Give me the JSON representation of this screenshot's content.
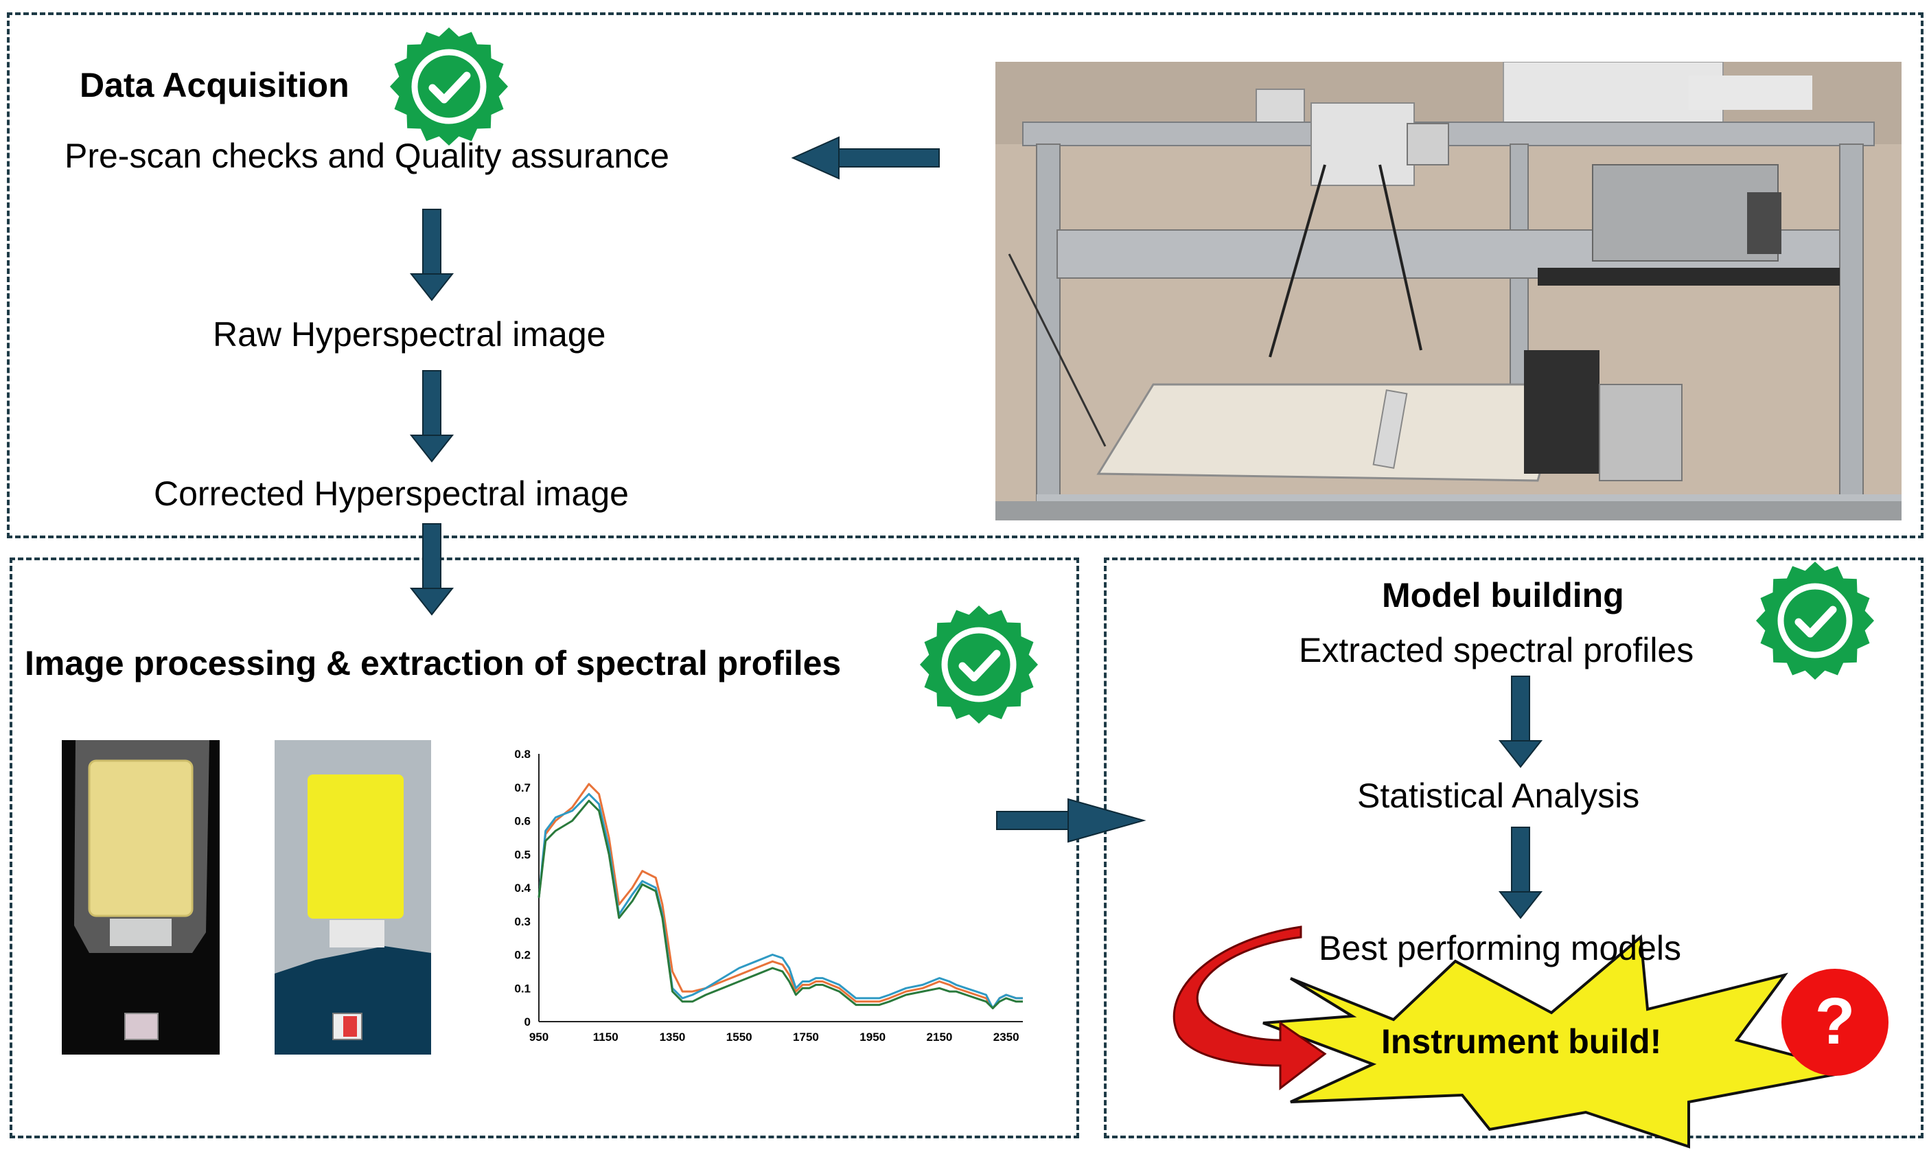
{
  "acquisition": {
    "title": "Data Acquisition",
    "step1": "Pre-scan checks and Quality assurance",
    "step2": "Raw Hyperspectral image",
    "step3": "Corrected Hyperspectral image"
  },
  "processing": {
    "title": "Image processing & extraction of spectral profiles"
  },
  "modeling": {
    "title": "Model building",
    "step1": "Extracted spectral profiles",
    "step2": "Statistical Analysis",
    "step3": "Best performing models",
    "burst": "Instrument build!",
    "question": "?"
  },
  "colors": {
    "arrow": "#1b4f6b",
    "panel_border": "#1d3a46",
    "check_badge": "#13a14a",
    "burst_fill": "#f6ee1c",
    "curved_arrow": "#d81414",
    "question_circle": "#ee1111",
    "series_orange": "#e8733a",
    "series_blue": "#2f9ac4",
    "series_green": "#2a7a3c"
  },
  "chart_data": {
    "type": "line",
    "title": "",
    "xlabel": "",
    "ylabel": "",
    "xlim": [
      950,
      2400
    ],
    "ylim": [
      0,
      0.8
    ],
    "x_ticks": [
      950,
      1150,
      1350,
      1550,
      1750,
      1950,
      2150,
      2350
    ],
    "y_ticks": [
      0,
      0.1,
      0.2,
      0.3,
      0.4,
      0.5,
      0.6,
      0.7,
      0.8
    ],
    "x": [
      950,
      970,
      1000,
      1050,
      1100,
      1130,
      1160,
      1190,
      1230,
      1260,
      1300,
      1320,
      1350,
      1380,
      1410,
      1450,
      1500,
      1550,
      1600,
      1650,
      1680,
      1700,
      1720,
      1740,
      1760,
      1780,
      1800,
      1850,
      1900,
      1940,
      1970,
      2000,
      2050,
      2100,
      2150,
      2180,
      2200,
      2230,
      2260,
      2290,
      2310,
      2330,
      2350,
      2380,
      2400
    ],
    "series": [
      {
        "values": [
          0.37,
          0.56,
          0.6,
          0.64,
          0.71,
          0.68,
          0.55,
          0.35,
          0.4,
          0.45,
          0.43,
          0.35,
          0.15,
          0.09,
          0.09,
          0.1,
          0.12,
          0.14,
          0.16,
          0.18,
          0.17,
          0.14,
          0.09,
          0.11,
          0.11,
          0.12,
          0.12,
          0.1,
          0.06,
          0.06,
          0.06,
          0.07,
          0.09,
          0.1,
          0.12,
          0.11,
          0.1,
          0.09,
          0.08,
          0.07,
          0.04,
          0.07,
          0.08,
          0.07,
          0.07
        ]
      },
      {
        "values": [
          0.37,
          0.57,
          0.61,
          0.63,
          0.68,
          0.65,
          0.52,
          0.32,
          0.38,
          0.42,
          0.4,
          0.32,
          0.1,
          0.07,
          0.08,
          0.1,
          0.13,
          0.16,
          0.18,
          0.2,
          0.19,
          0.16,
          0.1,
          0.12,
          0.12,
          0.13,
          0.13,
          0.11,
          0.07,
          0.07,
          0.07,
          0.08,
          0.1,
          0.11,
          0.13,
          0.12,
          0.11,
          0.1,
          0.09,
          0.08,
          0.04,
          0.07,
          0.08,
          0.07,
          0.07
        ]
      },
      {
        "values": [
          0.37,
          0.54,
          0.57,
          0.6,
          0.66,
          0.63,
          0.5,
          0.31,
          0.36,
          0.41,
          0.39,
          0.31,
          0.09,
          0.06,
          0.06,
          0.08,
          0.1,
          0.12,
          0.14,
          0.16,
          0.15,
          0.12,
          0.08,
          0.1,
          0.1,
          0.11,
          0.11,
          0.09,
          0.05,
          0.05,
          0.05,
          0.06,
          0.08,
          0.09,
          0.1,
          0.09,
          0.09,
          0.08,
          0.07,
          0.06,
          0.04,
          0.06,
          0.07,
          0.06,
          0.06
        ]
      }
    ]
  }
}
